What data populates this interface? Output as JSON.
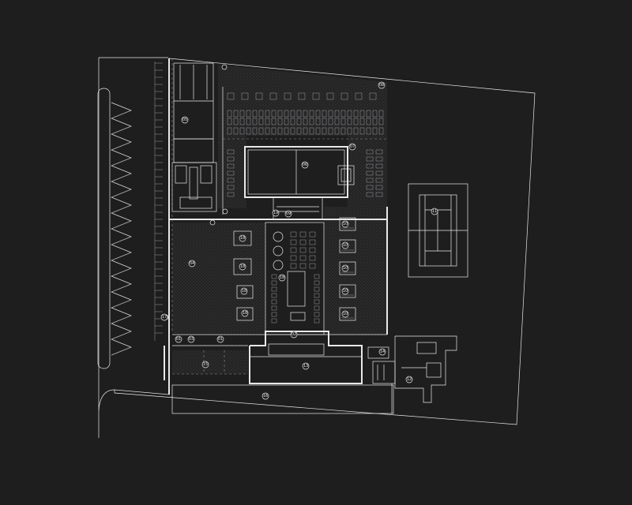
{
  "plan": {
    "background": "#1e1e1f",
    "line_color": "#e8e8e8",
    "labels": {
      "l01a": "01",
      "l01b": "01",
      "l02": "02",
      "l03": "03",
      "l04": "04",
      "l05": "05",
      "l06": "06",
      "l07": "07",
      "l08": "08",
      "l09": "09",
      "l10a": "10",
      "l10b": "10",
      "l10c": "10",
      "l10d": "10",
      "l10e": "10",
      "l11": "11",
      "l12": "12",
      "l13": "13",
      "l14": "14",
      "l15": "15",
      "l16": "16",
      "l17": "17",
      "l18a": "18",
      "l18b": "18",
      "l18c": "18",
      "l18d": "18",
      "l18e": "18",
      "l19": "19"
    }
  }
}
